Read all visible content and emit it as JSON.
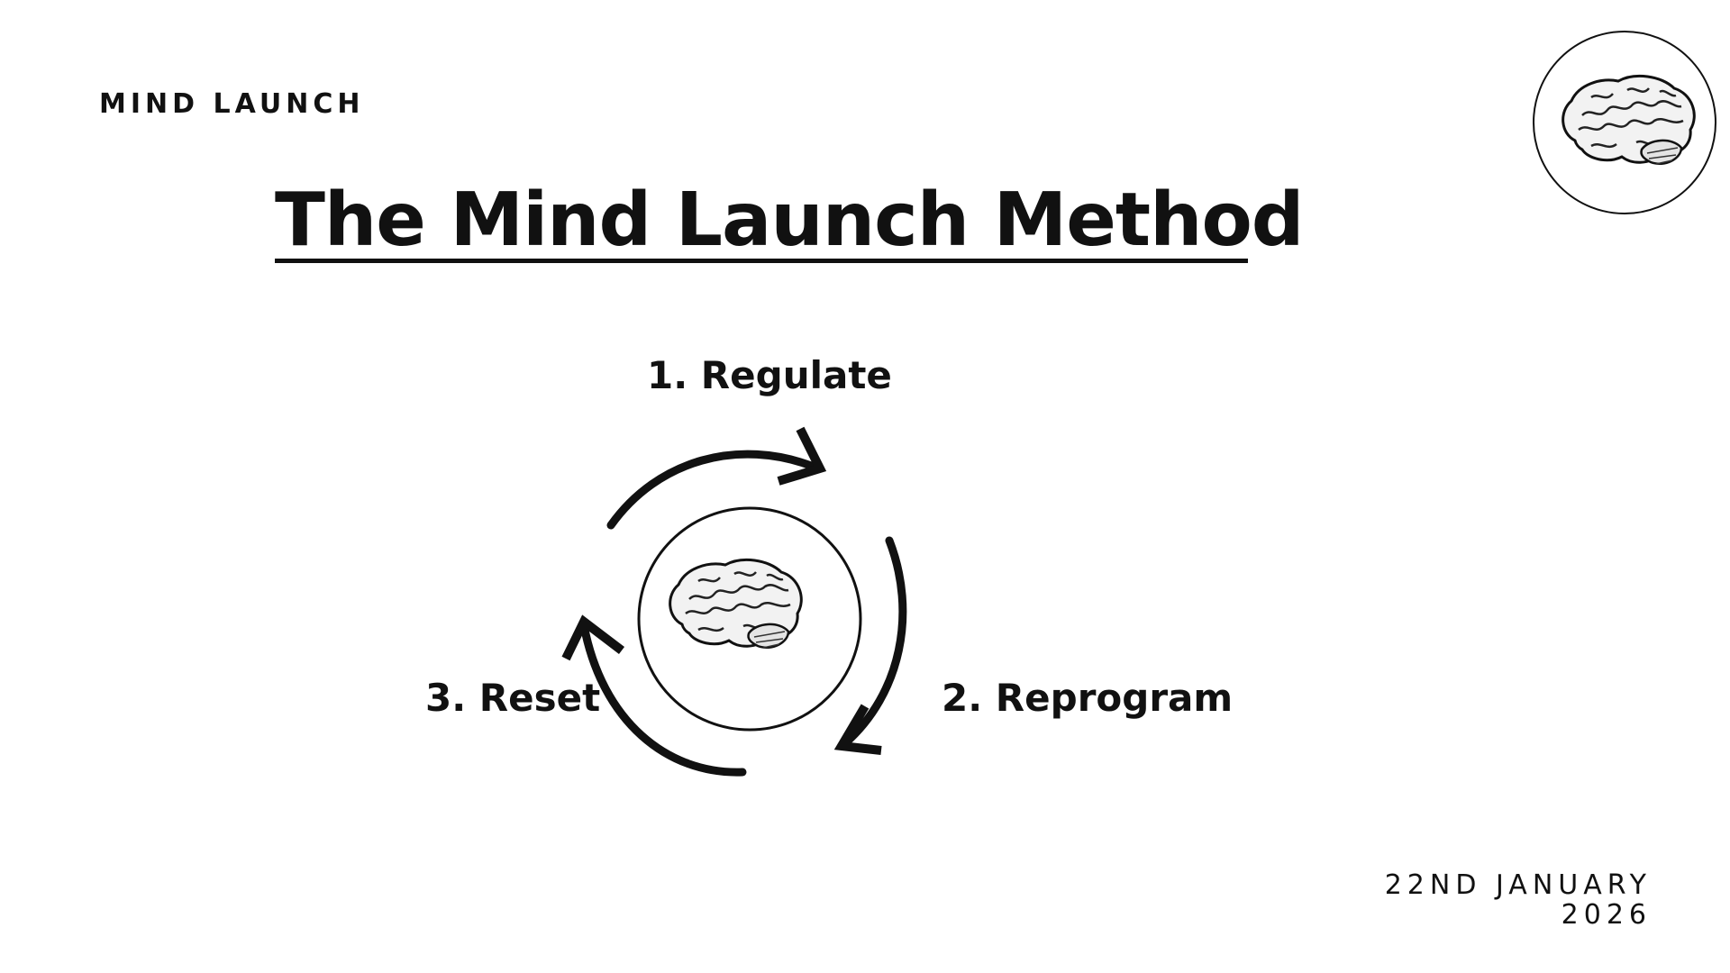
{
  "header": {
    "brand": "MIND LAUNCH",
    "title": "The Mind Launch Method"
  },
  "logo": {
    "icon": "brain-icon"
  },
  "diagram": {
    "center_icon": "brain-icon",
    "steps": [
      {
        "label": "1. Regulate"
      },
      {
        "label": "2. Reprogram"
      },
      {
        "label": "3. Reset"
      }
    ]
  },
  "footer": {
    "date_line1": "22ND JANUARY",
    "date_line2": "2026"
  },
  "colors": {
    "ink": "#111111",
    "background": "#ffffff"
  }
}
